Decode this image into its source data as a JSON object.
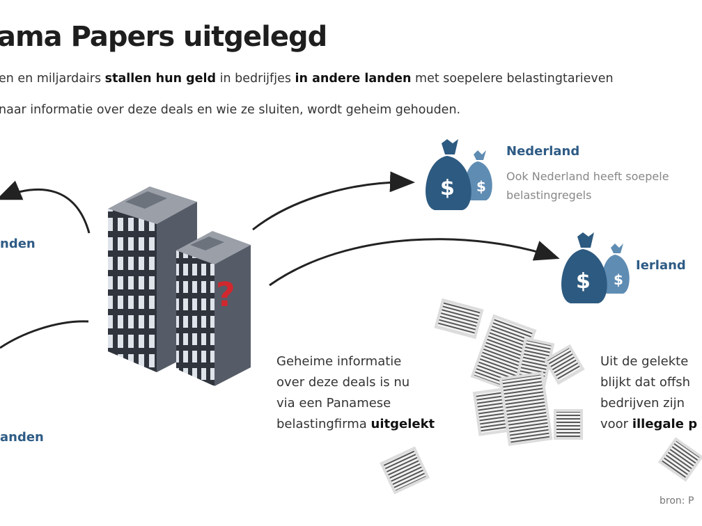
{
  "title": "ama Papers uitgelegd",
  "intro": {
    "line1_a": "en en miljardairs ",
    "line1_b": "stallen hun geld",
    "line1_c": " in bedrijfjes ",
    "line1_d": "in andere landen",
    "line1_e": " met soepelere belastingtarieven",
    "line2": "naar informatie over deze deals en wie ze sluiten, wordt geheim gehouden."
  },
  "left_labels": {
    "top": "nden",
    "bottom": "anden"
  },
  "nederland": {
    "name": "Nederland",
    "line1": "Ook Nederland heeft soepele",
    "line2": "belastingregels"
  },
  "ierland": {
    "name": "Ierland"
  },
  "leak_text": {
    "line1": "Geheime informatie",
    "line2": "over deze deals is nu",
    "line3": "via een Panamese",
    "line4_a": "belastingfirma ",
    "line4_b": "uitgelekt"
  },
  "offshore_text": {
    "line1": "Uit de gelekte",
    "line2": "blijkt dat offsh",
    "line3": "bedrijven zijn",
    "line4_a": "voor ",
    "line4_b": "illegale p"
  },
  "source": "bron: P",
  "colors": {
    "accent": "#2e5b85",
    "bag_dark": "#2d5a80",
    "bag_light": "#5f8cb3",
    "building": "#4a505c",
    "question": "#d0282e"
  }
}
